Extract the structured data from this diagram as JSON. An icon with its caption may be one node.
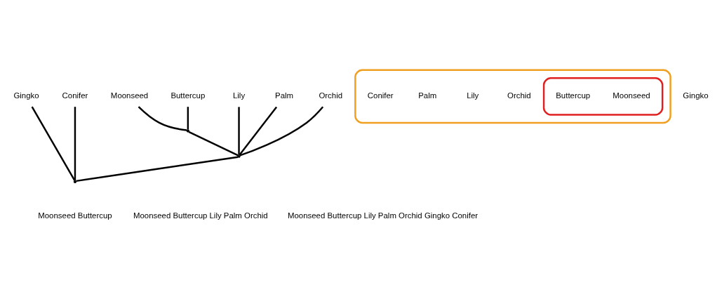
{
  "diagram": {
    "nodes": [
      {
        "text": [
          "Moonseed"
        ]
      },
      {
        "text": [
          "Buttercup"
        ]
      },
      {
        "text": [
          "Lily"
        ]
      },
      {
        "text": [
          "Palm"
        ]
      },
      {
        "text": [
          "Orchid"
        ]
      },
      {
        "text": [
          "Gingko"
        ]
      },
      {
        "text": [
          "Conifer"
        ]
      },
      {
        "text": [],
        "shape": "point"
      },
      {
        "text": [],
        "shape": "point"
      },
      {
        "text": [],
        "shape": "point"
      },
      {
        "text": [],
        "shape": "blob"
      },
      {
        "text": [],
        "shape": "blob",
        "in": 10
      },
      {
        "text": [
          "Moonseed"
        ],
        "in": 11
      },
      {
        "text": [
          "Buttercup"
        ],
        "in": 11
      },
      {
        "text": [
          "Orchid"
        ],
        "in": 10
      },
      {
        "text": [
          "Lily"
        ],
        "in": 10
      },
      {
        "text": [
          "Palm"
        ],
        "in": 10
      },
      {
        "text": [
          "Conifer"
        ],
        "in": 10
      },
      {
        "text": [
          "Gingko"
        ]
      }
    ],
    "edges": [
      {
        "from": 0,
        "to": 7,
        "arrow": "none"
      },
      {
        "from": 1,
        "to": 7,
        "arrow": "none"
      },
      {
        "from": 7,
        "to": 8,
        "arrow": "none"
      },
      {
        "from": 2,
        "to": 8,
        "arrow": "none"
      },
      {
        "from": 3,
        "to": 8,
        "arrow": "none"
      },
      {
        "from": 4,
        "to": 8,
        "arrow": "none"
      },
      {
        "from": 8,
        "to": 9,
        "arrow": "none"
      },
      {
        "from": 5,
        "to": 9,
        "arrow": "none"
      },
      {
        "from": 6,
        "to": 9,
        "arrow": "none"
      }
    ],
    "labels": [
      "Moonseed Buttercup",
      "Moonseed Buttercup Lily Palm Orchid",
      "Moonseed Buttercup Lily Palm Orchid Gingko Conifer"
    ]
  }
}
